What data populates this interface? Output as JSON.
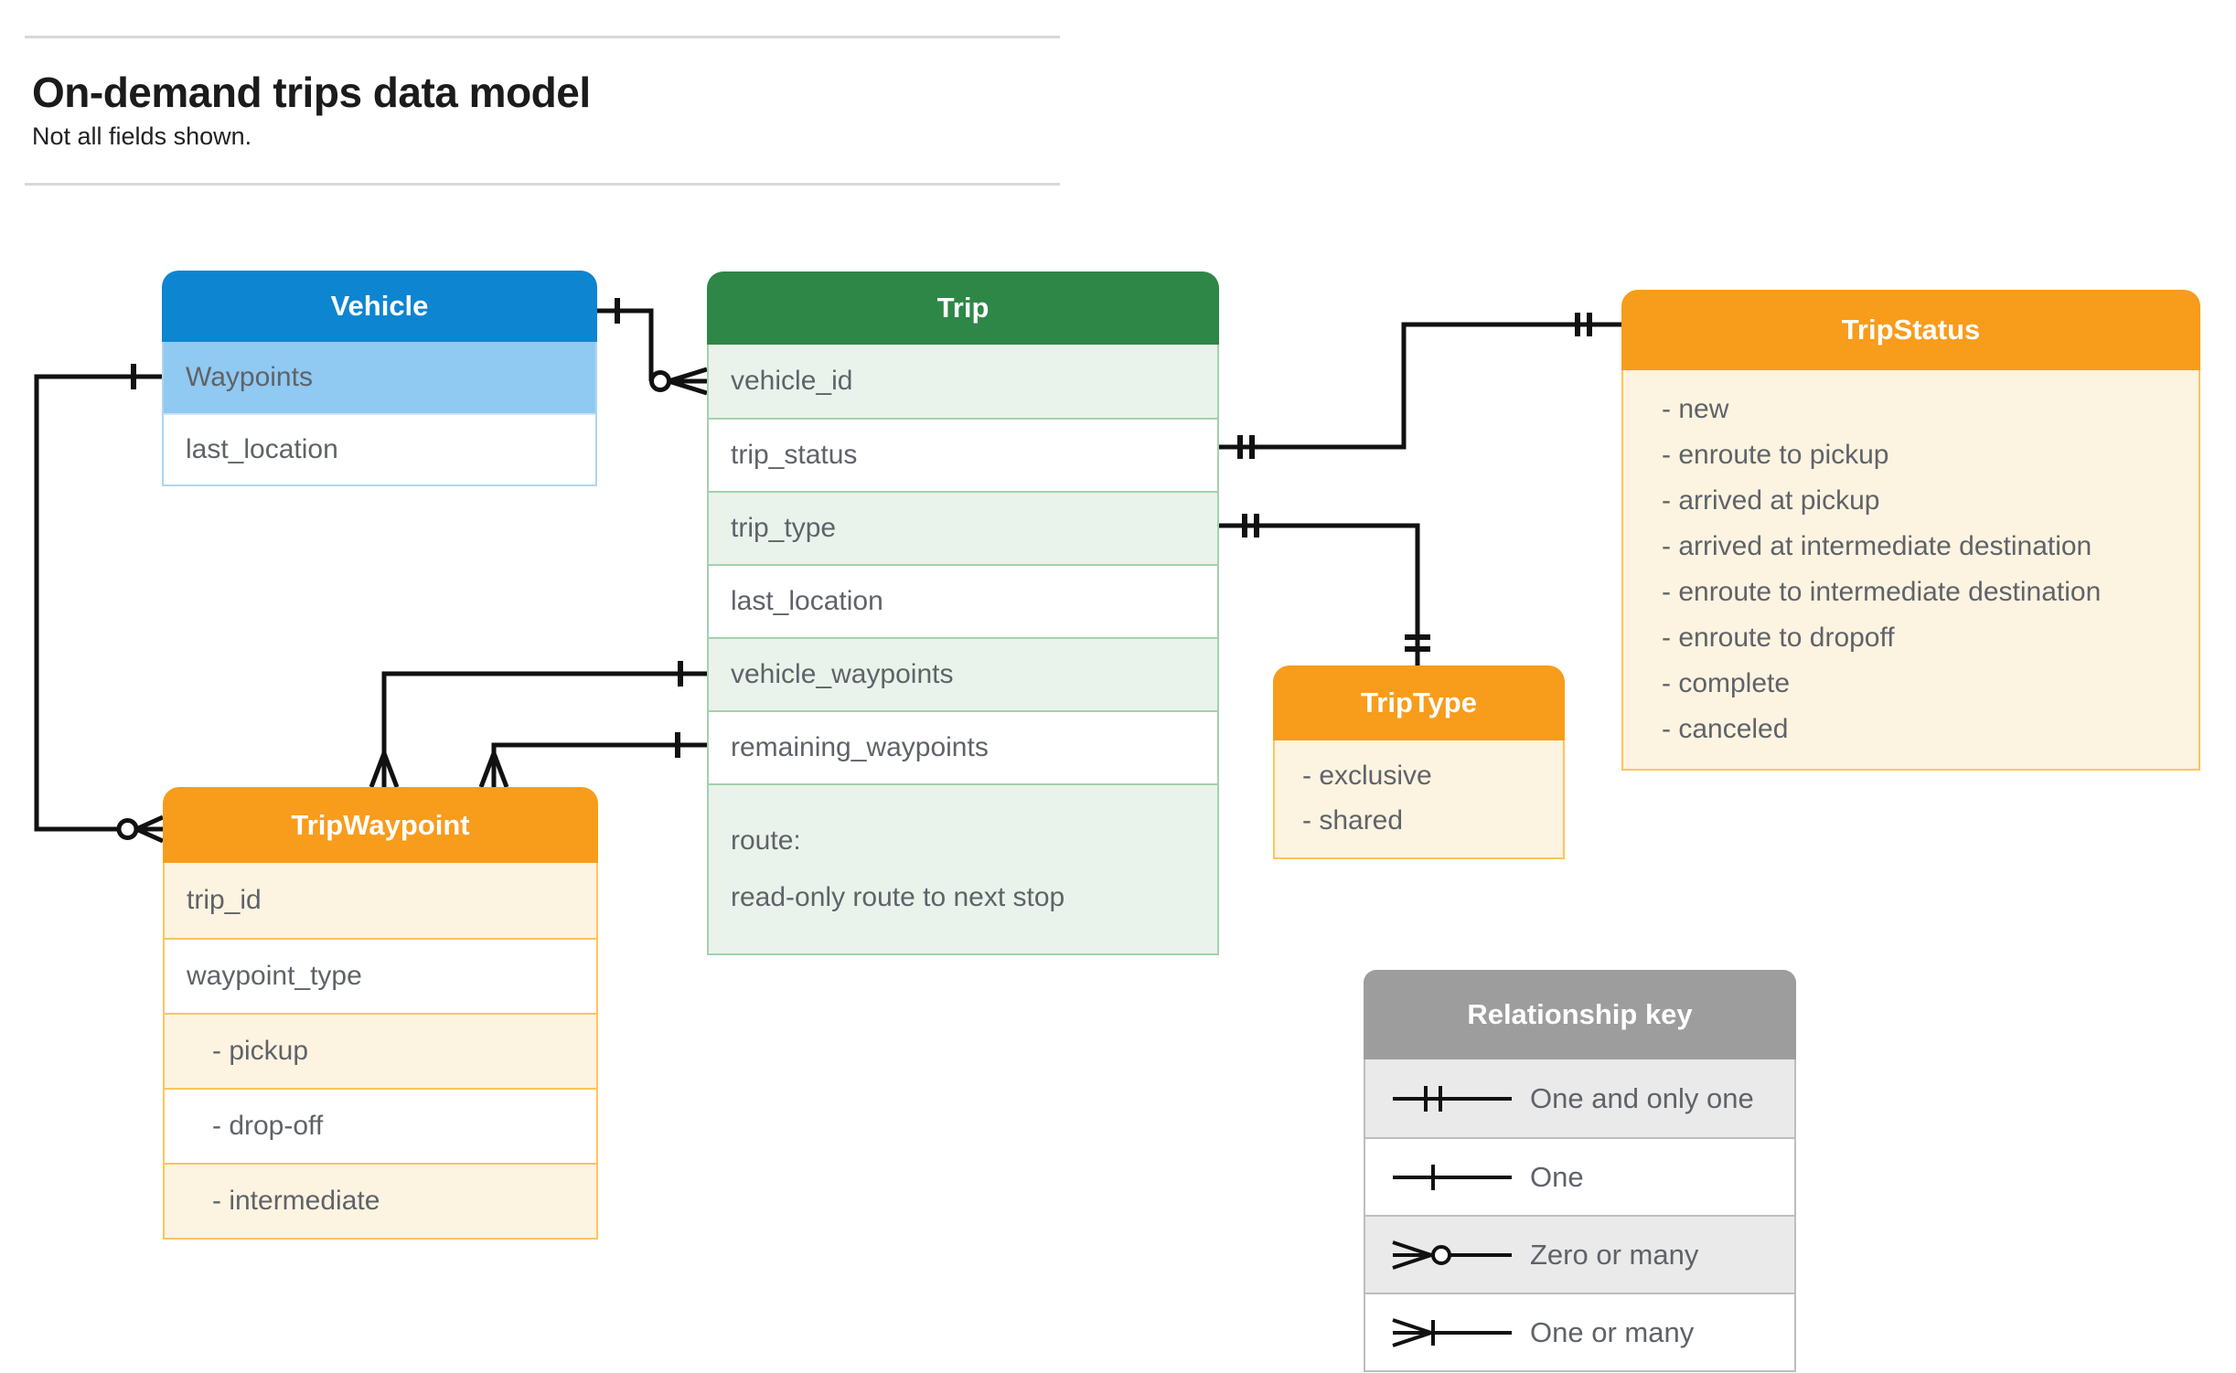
{
  "page": {
    "title": "On-demand trips data model",
    "subtitle": "Not all fields shown."
  },
  "entities": {
    "vehicle": {
      "title": "Vehicle",
      "fields": [
        "Waypoints",
        "last_location"
      ]
    },
    "trip": {
      "title": "Trip",
      "fields": [
        "vehicle_id",
        "trip_status",
        "trip_type",
        "last_location",
        "vehicle_waypoints",
        "remaining_waypoints"
      ],
      "route_lines": [
        "route:",
        "read-only route to next stop"
      ]
    },
    "trip_status": {
      "title": "TripStatus",
      "values": [
        "- new",
        "- enroute to pickup",
        "- arrived at pickup",
        "- arrived at intermediate destination",
        "- enroute to intermediate destination",
        "- enroute to dropoff",
        "- complete",
        "- canceled"
      ]
    },
    "trip_type": {
      "title": "TripType",
      "values": [
        "- exclusive",
        "- shared"
      ]
    },
    "trip_waypoint": {
      "title": "TripWaypoint",
      "fields": [
        "trip_id",
        "waypoint_type",
        "- pickup",
        "- drop-off",
        "- intermediate"
      ]
    }
  },
  "relationships": [
    {
      "from": "Vehicle",
      "to": "Trip.vehicle_id",
      "from_end": "one",
      "to_end": "zero-or-many"
    },
    {
      "from": "Vehicle.Waypoints",
      "to": "TripWaypoint",
      "from_end": "one",
      "to_end": "zero-or-many"
    },
    {
      "from": "Trip.trip_status",
      "to": "TripStatus",
      "from_end": "one-and-only-one",
      "to_end": "one-and-only-one"
    },
    {
      "from": "Trip.trip_type",
      "to": "TripType",
      "from_end": "one-and-only-one",
      "to_end": "one-and-only-one"
    },
    {
      "from": "Trip.vehicle_waypoints",
      "to": "TripWaypoint",
      "from_end": "one",
      "to_end": "many"
    },
    {
      "from": "Trip.remaining_waypoints",
      "to": "TripWaypoint",
      "from_end": "one",
      "to_end": "many"
    }
  ],
  "legend": {
    "title": "Relationship key",
    "rows": [
      {
        "symbol": "one-and-only-one",
        "label": "One and only one"
      },
      {
        "symbol": "one",
        "label": "One"
      },
      {
        "symbol": "zero-or-many",
        "label": "Zero or many"
      },
      {
        "symbol": "one-or-many",
        "label": "One or many"
      }
    ]
  },
  "colors": {
    "vehicle_header": "#0d85d1",
    "vehicle_highlight_row": "#90c9f1",
    "trip_header": "#2e8746",
    "trip_row_tint": "#e9f3eb",
    "enum_header": "#f89c1c",
    "enum_body": "#fdf3e1",
    "enum_border": "#fbc55c",
    "legend_header": "#9d9d9d",
    "legend_alt_row": "#eaeaea",
    "text_gray": "#5f6368",
    "connector": "#111111"
  }
}
